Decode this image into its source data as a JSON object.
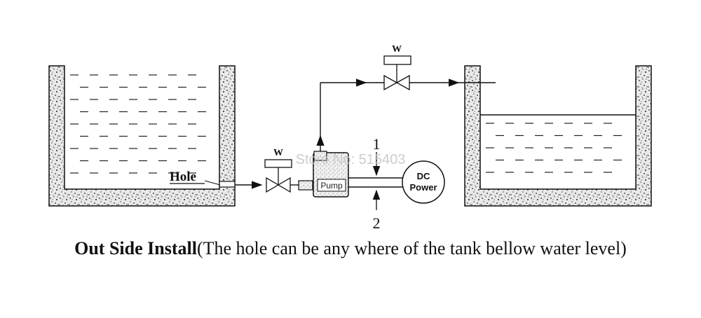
{
  "labels": {
    "hole": "Hole",
    "valve_left": "W",
    "valve_top": "W",
    "pump": "Pump",
    "point_1": "1",
    "point_2": "2",
    "dc_line1": "DC",
    "dc_line2": "Power",
    "watermark": "Store No: 515403"
  },
  "caption": {
    "bold": "Out Side Install",
    "rest": "(The hole can be any where of the tank bellow water level)"
  },
  "colors": {
    "line": "#111111",
    "watermark": "#c8c8c8"
  }
}
